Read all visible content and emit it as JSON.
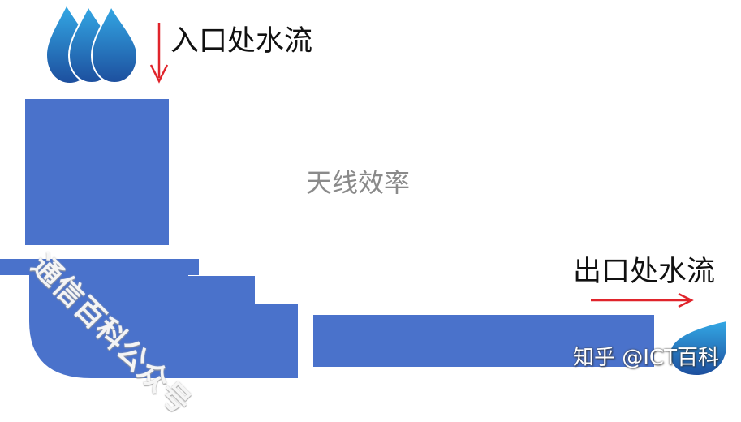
{
  "labels": {
    "inlet": "入口处水流",
    "outlet": "出口处水流",
    "center_title": "天线效率",
    "watermark": "通信百科公众号",
    "source_mark": "知乎 @ICT百科"
  },
  "icons": {
    "drops": "water-drops-icon",
    "inlet_arrow": "down-arrow-icon",
    "outlet_arrow": "right-arrow-icon",
    "corner_drop": "water-drop-icon"
  },
  "colors": {
    "pipe": "#4a72cb",
    "arrow": "#e0242b",
    "drop_light": "#33a7e4",
    "drop_dark": "#1d4f9e"
  }
}
